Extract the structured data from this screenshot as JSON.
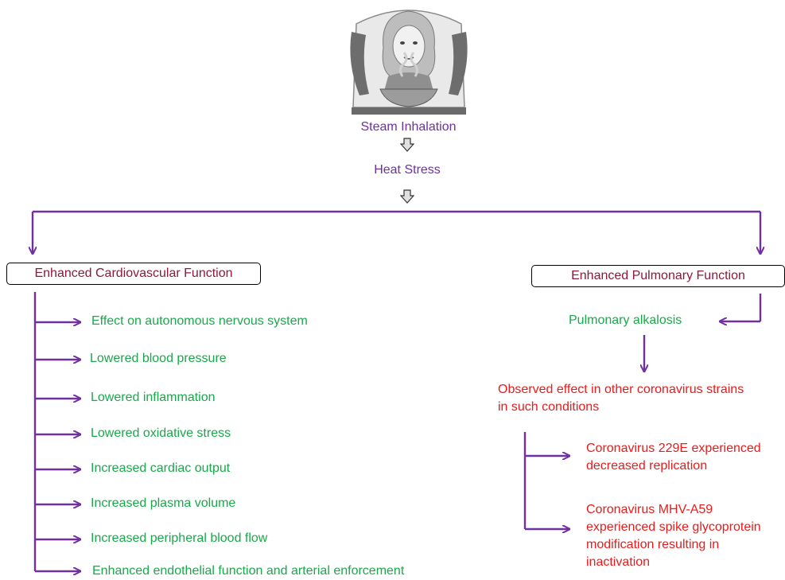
{
  "top": {
    "steam_label": "Steam Inhalation",
    "heat_label": "Heat Stress"
  },
  "cardio": {
    "title": "Enhanced Cardiovascular Function",
    "effects": [
      "Effect on autonomous nervous system",
      "Lowered blood pressure",
      "Lowered inflammation",
      "Lowered oxidative stress",
      "Increased cardiac output",
      "Increased plasma volume",
      "Increased peripheral blood flow",
      "Enhanced endothelial function and arterial enforcement"
    ]
  },
  "pulmonary": {
    "title": "Enhanced Pulmonary Function",
    "alkalosis": "Pulmonary alkalosis",
    "observed": "Observed effect in other coronavirus strains in such conditions",
    "outcomes": [
      "Coronavirus 229E experienced decreased replication",
      "Coronavirus MHV-A59 experienced spike glycoprotein modification resulting in inactivation"
    ]
  },
  "colors": {
    "arrow": "#7030a0",
    "effect_text": "#1aa84b",
    "coronavirus_text": "#e81c1c",
    "box_text": "#8b1a3a"
  },
  "icons": {
    "illustration": "woman-steam-inhalation-illustration",
    "flow_arrow": "hollow-down-arrow-icon"
  }
}
